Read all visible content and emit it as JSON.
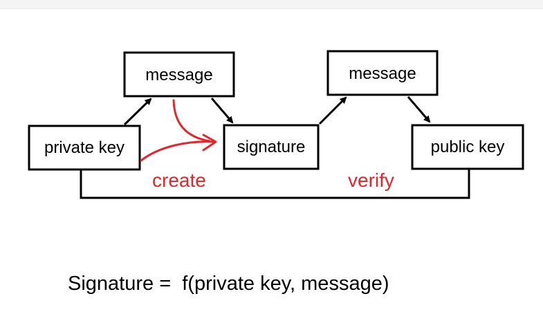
{
  "diagram": {
    "nodes": {
      "message_left": "message",
      "message_right": "message",
      "private_key": "private key",
      "signature": "signature",
      "public_key": "public key"
    },
    "labels": {
      "create": "create",
      "verify": "verify"
    },
    "colors": {
      "stroke": "#000000",
      "accent": "#e3262b"
    }
  },
  "formula": "Signature =  f(private key, message)"
}
